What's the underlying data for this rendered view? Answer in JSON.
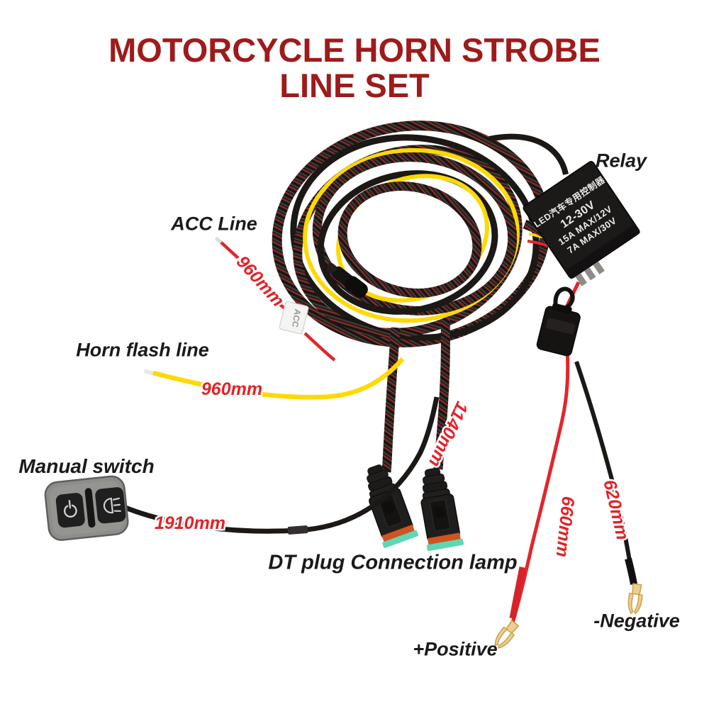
{
  "title": {
    "line1": "MOTORCYCLE HORN STROBE",
    "line2": "LINE SET"
  },
  "labels": {
    "relay": "Relay",
    "acc_line": "ACC Line",
    "horn_flash_line": "Horn flash line",
    "manual_switch": "Manual switch",
    "dt_plug": "DT plug Connection lamp",
    "negative": "-Negative",
    "positive": "+Positive"
  },
  "measurements": {
    "acc_line": "960mm",
    "horn_flash_line": "960mm",
    "manual_switch": "1910mm",
    "lamp_line": "1140mm",
    "positive_wire": "660mm",
    "negative_wire": "620mm"
  },
  "relay_module": {
    "line1": "LED汽车专用控制器",
    "line2": "12-30V",
    "line3": "15A MAX/12V",
    "line4": "7A MAX/30V"
  },
  "acc_tag": "ACC",
  "colors": {
    "title": "#9E1B1B",
    "measurement_red": "#E32227",
    "label_black": "#1A1A1A",
    "wire_yellow": "#FFD903",
    "wire_red": "#E2262B",
    "braid_black": "#231D1C",
    "plug_orange": "#CF5420",
    "plug_teal": "#5FD7B5",
    "terminal_gold": "#EDCE8C"
  }
}
